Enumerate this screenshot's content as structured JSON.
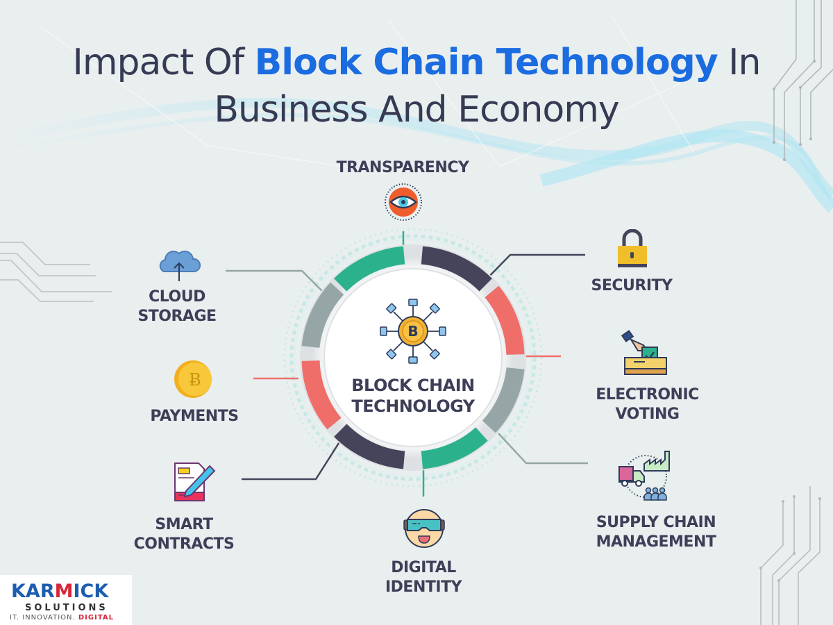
{
  "title": {
    "line1_prefix": "Impact Of ",
    "line1_highlight": "Block Chain Technology",
    "line1_suffix": " In",
    "line2": "Business And Economy",
    "highlight_color": "#1a6ce0",
    "text_color": "#373a53"
  },
  "center": {
    "icon": "bitcoin-network-icon",
    "line1": "BLOCK CHAIN",
    "line2": "TECHNOLOGY"
  },
  "ring_segment_colors": {
    "teal": "#2bb28d",
    "dark": "#45445a",
    "coral": "#ef6e6a",
    "grey": "#96a6a6"
  },
  "items": [
    {
      "id": "transparency",
      "icon": "eye-icon",
      "lines": [
        "TRANSPARENCY"
      ]
    },
    {
      "id": "security",
      "icon": "padlock-icon",
      "lines": [
        "SECURITY"
      ]
    },
    {
      "id": "electronic-voting",
      "icon": "ballot-box-icon",
      "lines": [
        "ELECTRONIC",
        "VOTING"
      ]
    },
    {
      "id": "supply-chain",
      "icon": "supply-chain-icon",
      "lines": [
        "SUPPLY CHAIN",
        "MANAGEMENT"
      ]
    },
    {
      "id": "digital-identity",
      "icon": "vr-face-icon",
      "lines": [
        "DIGITAL",
        "IDENTITY"
      ]
    },
    {
      "id": "smart-contracts",
      "icon": "contract-pen-icon",
      "lines": [
        "SMART",
        "CONTRACTS"
      ]
    },
    {
      "id": "payments",
      "icon": "coin-icon",
      "lines": [
        "PAYMENTS"
      ]
    },
    {
      "id": "cloud-storage",
      "icon": "cloud-upload-icon",
      "lines": [
        "CLOUD",
        "STORAGE"
      ]
    }
  ],
  "logo": {
    "name_part1": "KAR",
    "name_part2": "M",
    "name_part3": "ICK",
    "subtitle": "SOLUTIONS",
    "tagline_prefix": "IT. INNOVATION. ",
    "tagline_highlight": "DIGITAL"
  }
}
